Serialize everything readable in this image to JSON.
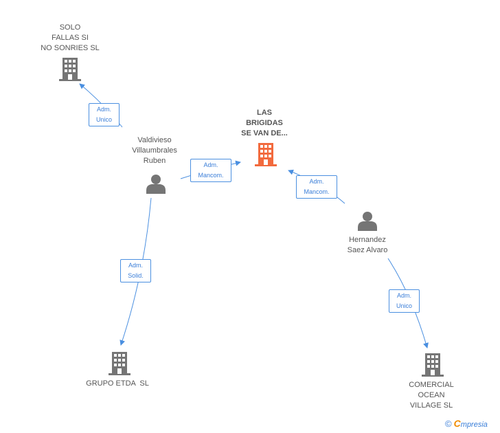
{
  "colors": {
    "edge": "#4a8fe0",
    "company": "#757575",
    "company_main": "#f26a3d",
    "person": "#757575"
  },
  "nodes": {
    "solo_fallas": {
      "label": "SOLO\nFALLAS SI\nNO SONRIES SL",
      "icon": "building-icon"
    },
    "las_brigidas": {
      "label": "LAS\nBRIGIDAS\nSE VAN DE...",
      "icon": "building-icon"
    },
    "valdivieso": {
      "label": "Valdivieso\nVillaumbrales\nRuben",
      "icon": "person-icon"
    },
    "hernandez": {
      "label": "Hernandez\nSaez Alvaro",
      "icon": "person-icon"
    },
    "grupo_etda": {
      "label": "GRUPO ETDA  SL",
      "icon": "building-icon"
    },
    "comercial_ocean": {
      "label": "COMERCIAL\nOCEAN\nVILLAGE SL",
      "icon": "building-icon"
    }
  },
  "edges": {
    "valdivieso_solo": "Adm.\nUnico",
    "valdivieso_brigidas": "Adm.\nMancom.",
    "hernandez_brigidas": "Adm.\nMancom.",
    "valdivieso_grupo": "Adm.\nSolid.",
    "hernandez_comercial": "Adm.\nUnico"
  },
  "footer": {
    "copyright": "©",
    "brand_e": "C",
    "brand_rest": "mpresia"
  }
}
